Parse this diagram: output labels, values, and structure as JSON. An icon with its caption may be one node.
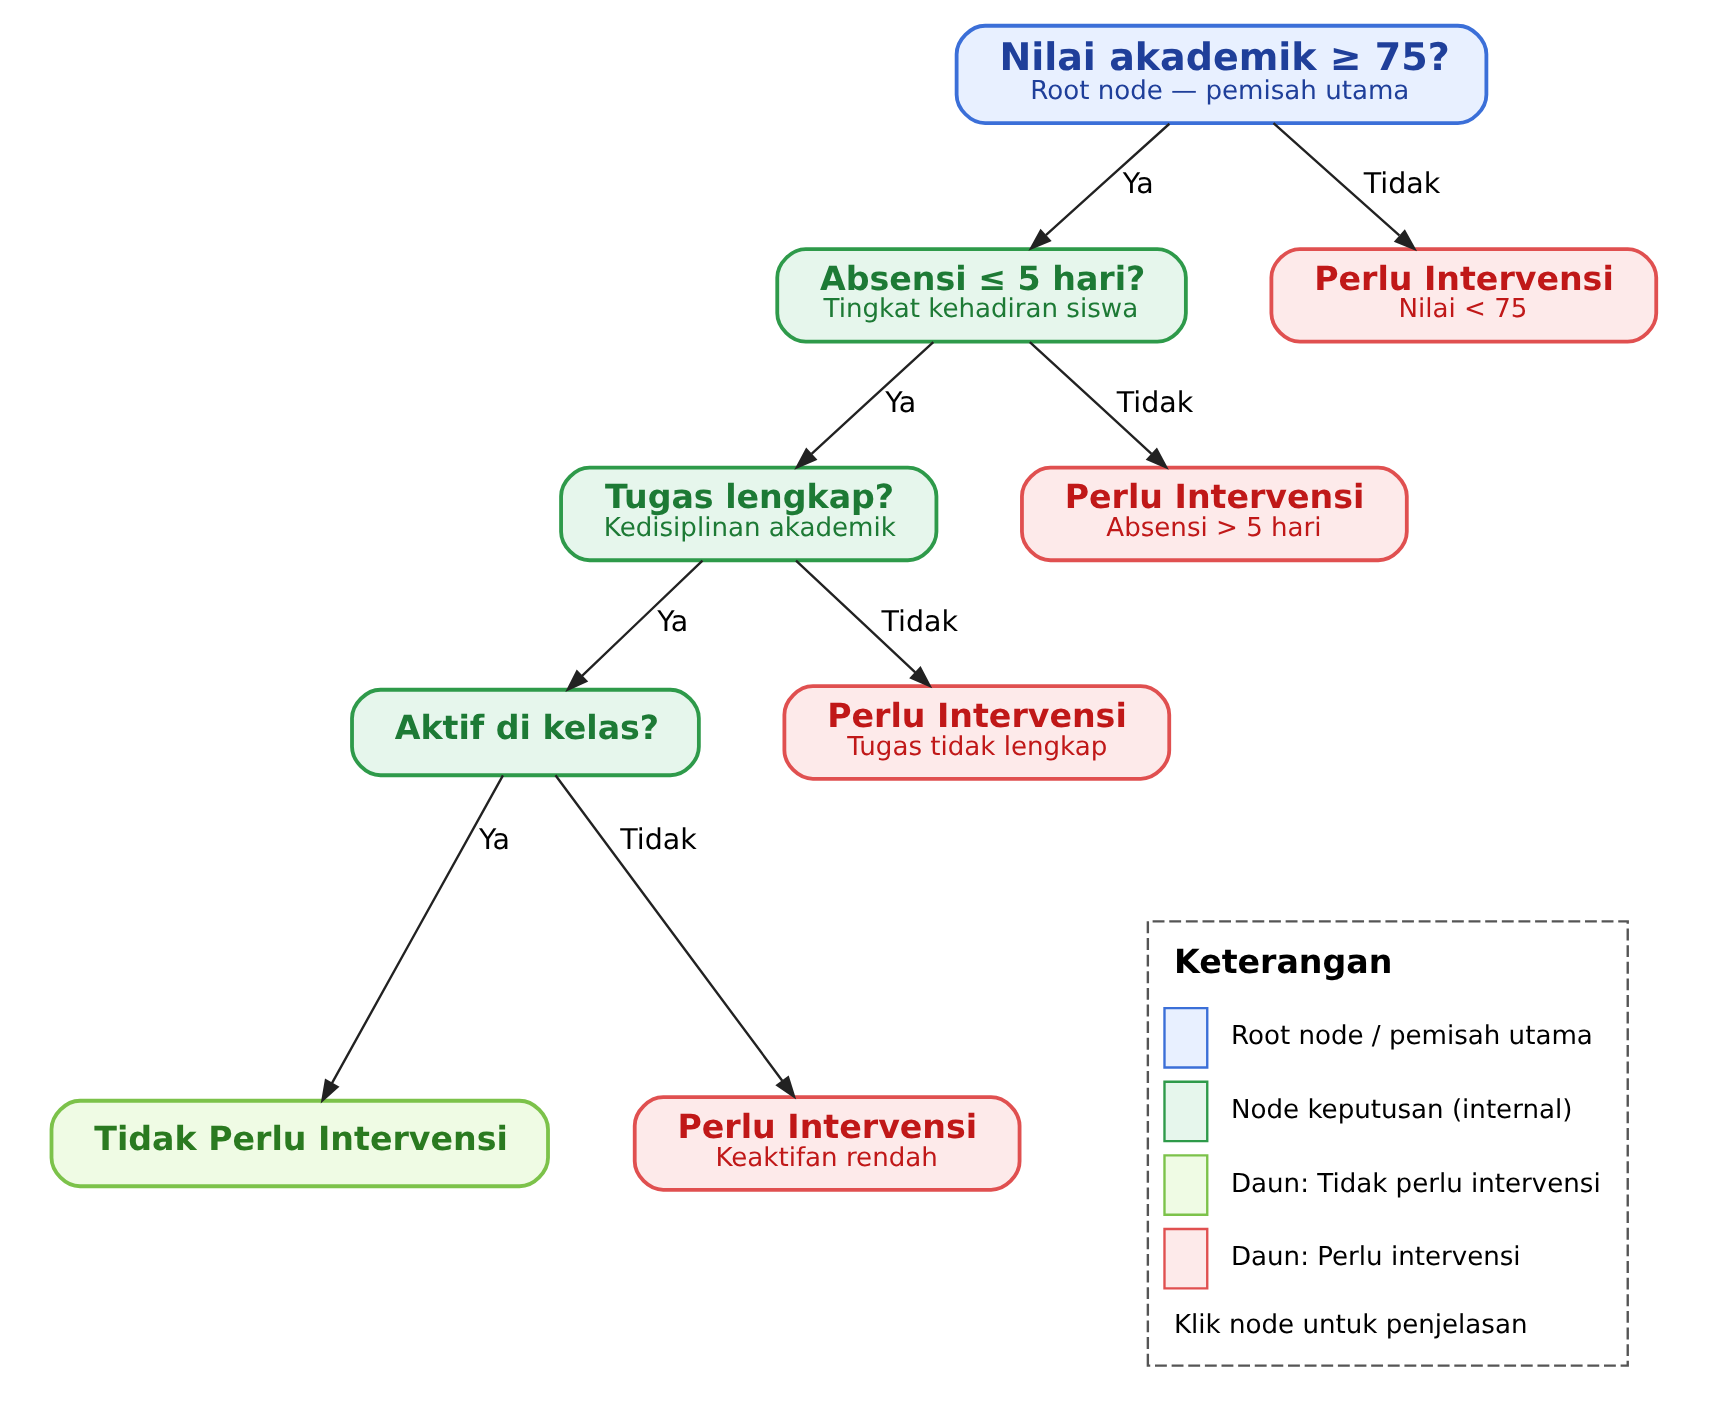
{
  "diagram": {
    "nodes": [
      {
        "text": [
          "Nilai akademik ≥ 75?",
          "Root node — pemisah utama"
        ]
      },
      {
        "text": [
          "Absensi ≤ 5 hari?",
          "Tingkat kehadiran siswa"
        ]
      },
      {
        "text": [
          "Perlu Intervensi",
          "Nilai < 75"
        ]
      },
      {
        "text": [
          "Tugas lengkap?",
          "Kedisiplinan akademik"
        ]
      },
      {
        "text": [
          "Perlu Intervensi",
          "Absensi > 5 hari"
        ]
      },
      {
        "text": [
          "Aktif di kelas?"
        ]
      },
      {
        "text": [
          "Perlu Intervensi",
          "Tugas tidak lengkap"
        ]
      },
      {
        "text": [
          "Tidak Perlu Intervensi"
        ]
      },
      {
        "text": [
          "Perlu Intervensi",
          "Keaktifan rendah"
        ]
      }
    ],
    "edges": [
      {
        "from": 0,
        "to": 1,
        "arrow": "to",
        "label": "Ya"
      },
      {
        "from": 0,
        "to": 2,
        "arrow": "to",
        "label": "Tidak"
      },
      {
        "from": 1,
        "to": 3,
        "arrow": "to",
        "label": "Ya"
      },
      {
        "from": 1,
        "to": 4,
        "arrow": "to",
        "label": "Tidak"
      },
      {
        "from": 3,
        "to": 5,
        "arrow": "to",
        "label": "Ya"
      },
      {
        "from": 3,
        "to": 6,
        "arrow": "to",
        "label": "Tidak"
      },
      {
        "from": 5,
        "to": 7,
        "arrow": "to",
        "label": "Ya"
      },
      {
        "from": 5,
        "to": 8,
        "arrow": "to",
        "label": "Tidak"
      }
    ],
    "labels": [
      "Keterangan",
      "Klik node untuk penjelasan"
    ],
    "legend": [
      {
        "text": "Root node / pemisah utama",
        "color": "#e8f0ff"
      },
      {
        "text": "Node keputusan (internal)",
        "color": "#e6f6ec"
      },
      {
        "text": "Daun: Tidak perlu intervensi",
        "color": "#effbe4"
      },
      {
        "text": "Daun: Perlu intervensi",
        "color": "#fdeaea"
      }
    ]
  }
}
